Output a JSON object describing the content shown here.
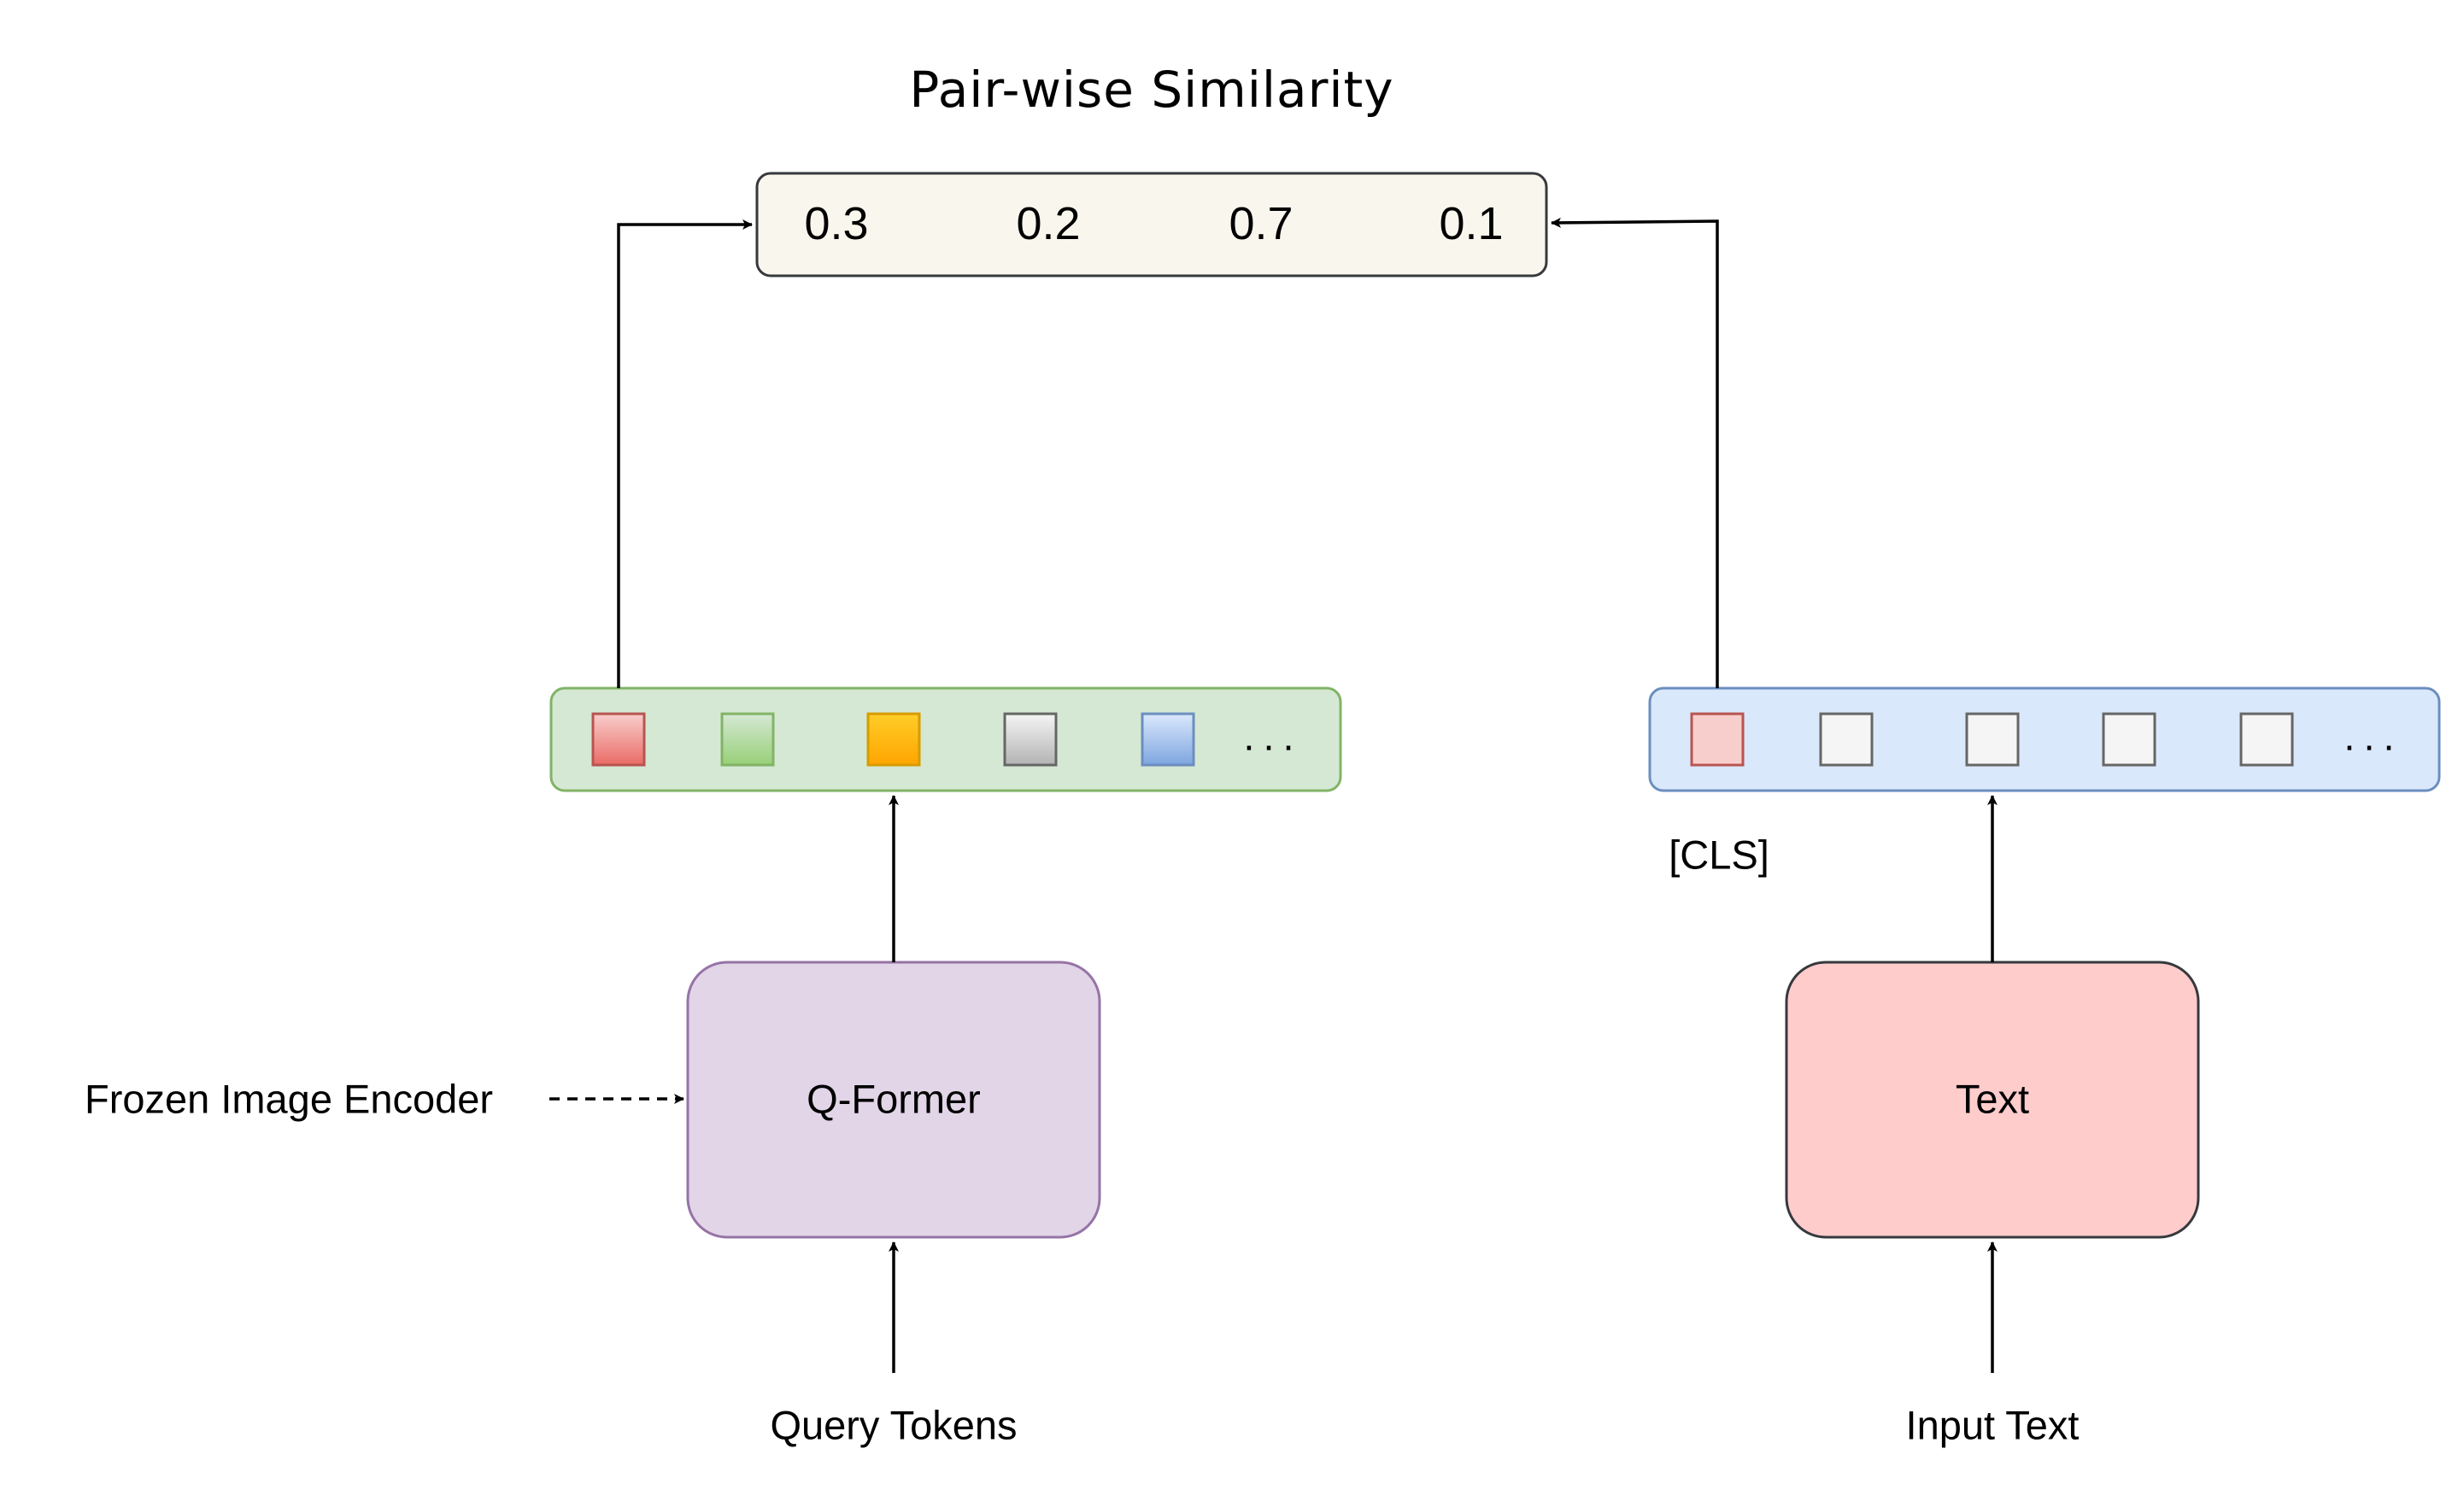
{
  "title": "Pair-wise Similarity",
  "similarity_scores": [
    "0.3",
    "0.2",
    "0.7",
    "0.1"
  ],
  "image_branch": {
    "encoder_input_label": "Frozen Image Encoder",
    "module_label": "Q-Former",
    "input_label": "Query Tokens",
    "token_colors": [
      {
        "fill": "#f8cecc",
        "stroke": "#b85450",
        "gradient": "#ea6b66"
      },
      {
        "fill": "#d5e8d4",
        "stroke": "#82b366",
        "gradient": "#97d077"
      },
      {
        "fill": "#ffcd28",
        "stroke": "#d79b00",
        "gradient": "#ffa500"
      },
      {
        "fill": "#f5f5f5",
        "stroke": "#666666",
        "gradient": "#b3b3b3"
      },
      {
        "fill": "#dae8fc",
        "stroke": "#6c8ebf",
        "gradient": "#7ea6e0"
      }
    ],
    "ellipsis": "...",
    "container_fill": "#d5e8d4",
    "container_stroke": "#82b366",
    "module_fill": "#e1d5e7",
    "module_stroke": "#9673a6"
  },
  "text_branch": {
    "cls_label": "[CLS]",
    "module_label": "Text",
    "input_label": "Input Text",
    "ellipsis": "...",
    "cls_fill": "#f8cecc",
    "cls_stroke": "#b85450",
    "token_fill": "#f5f5f5",
    "token_stroke": "#666666",
    "container_fill": "#dae8fc",
    "container_stroke": "#6c8ebf",
    "module_fill": "#ffcccc",
    "module_stroke": "#36393d"
  },
  "score_box_fill": "#f9f7ed",
  "score_box_stroke": "#36393d"
}
